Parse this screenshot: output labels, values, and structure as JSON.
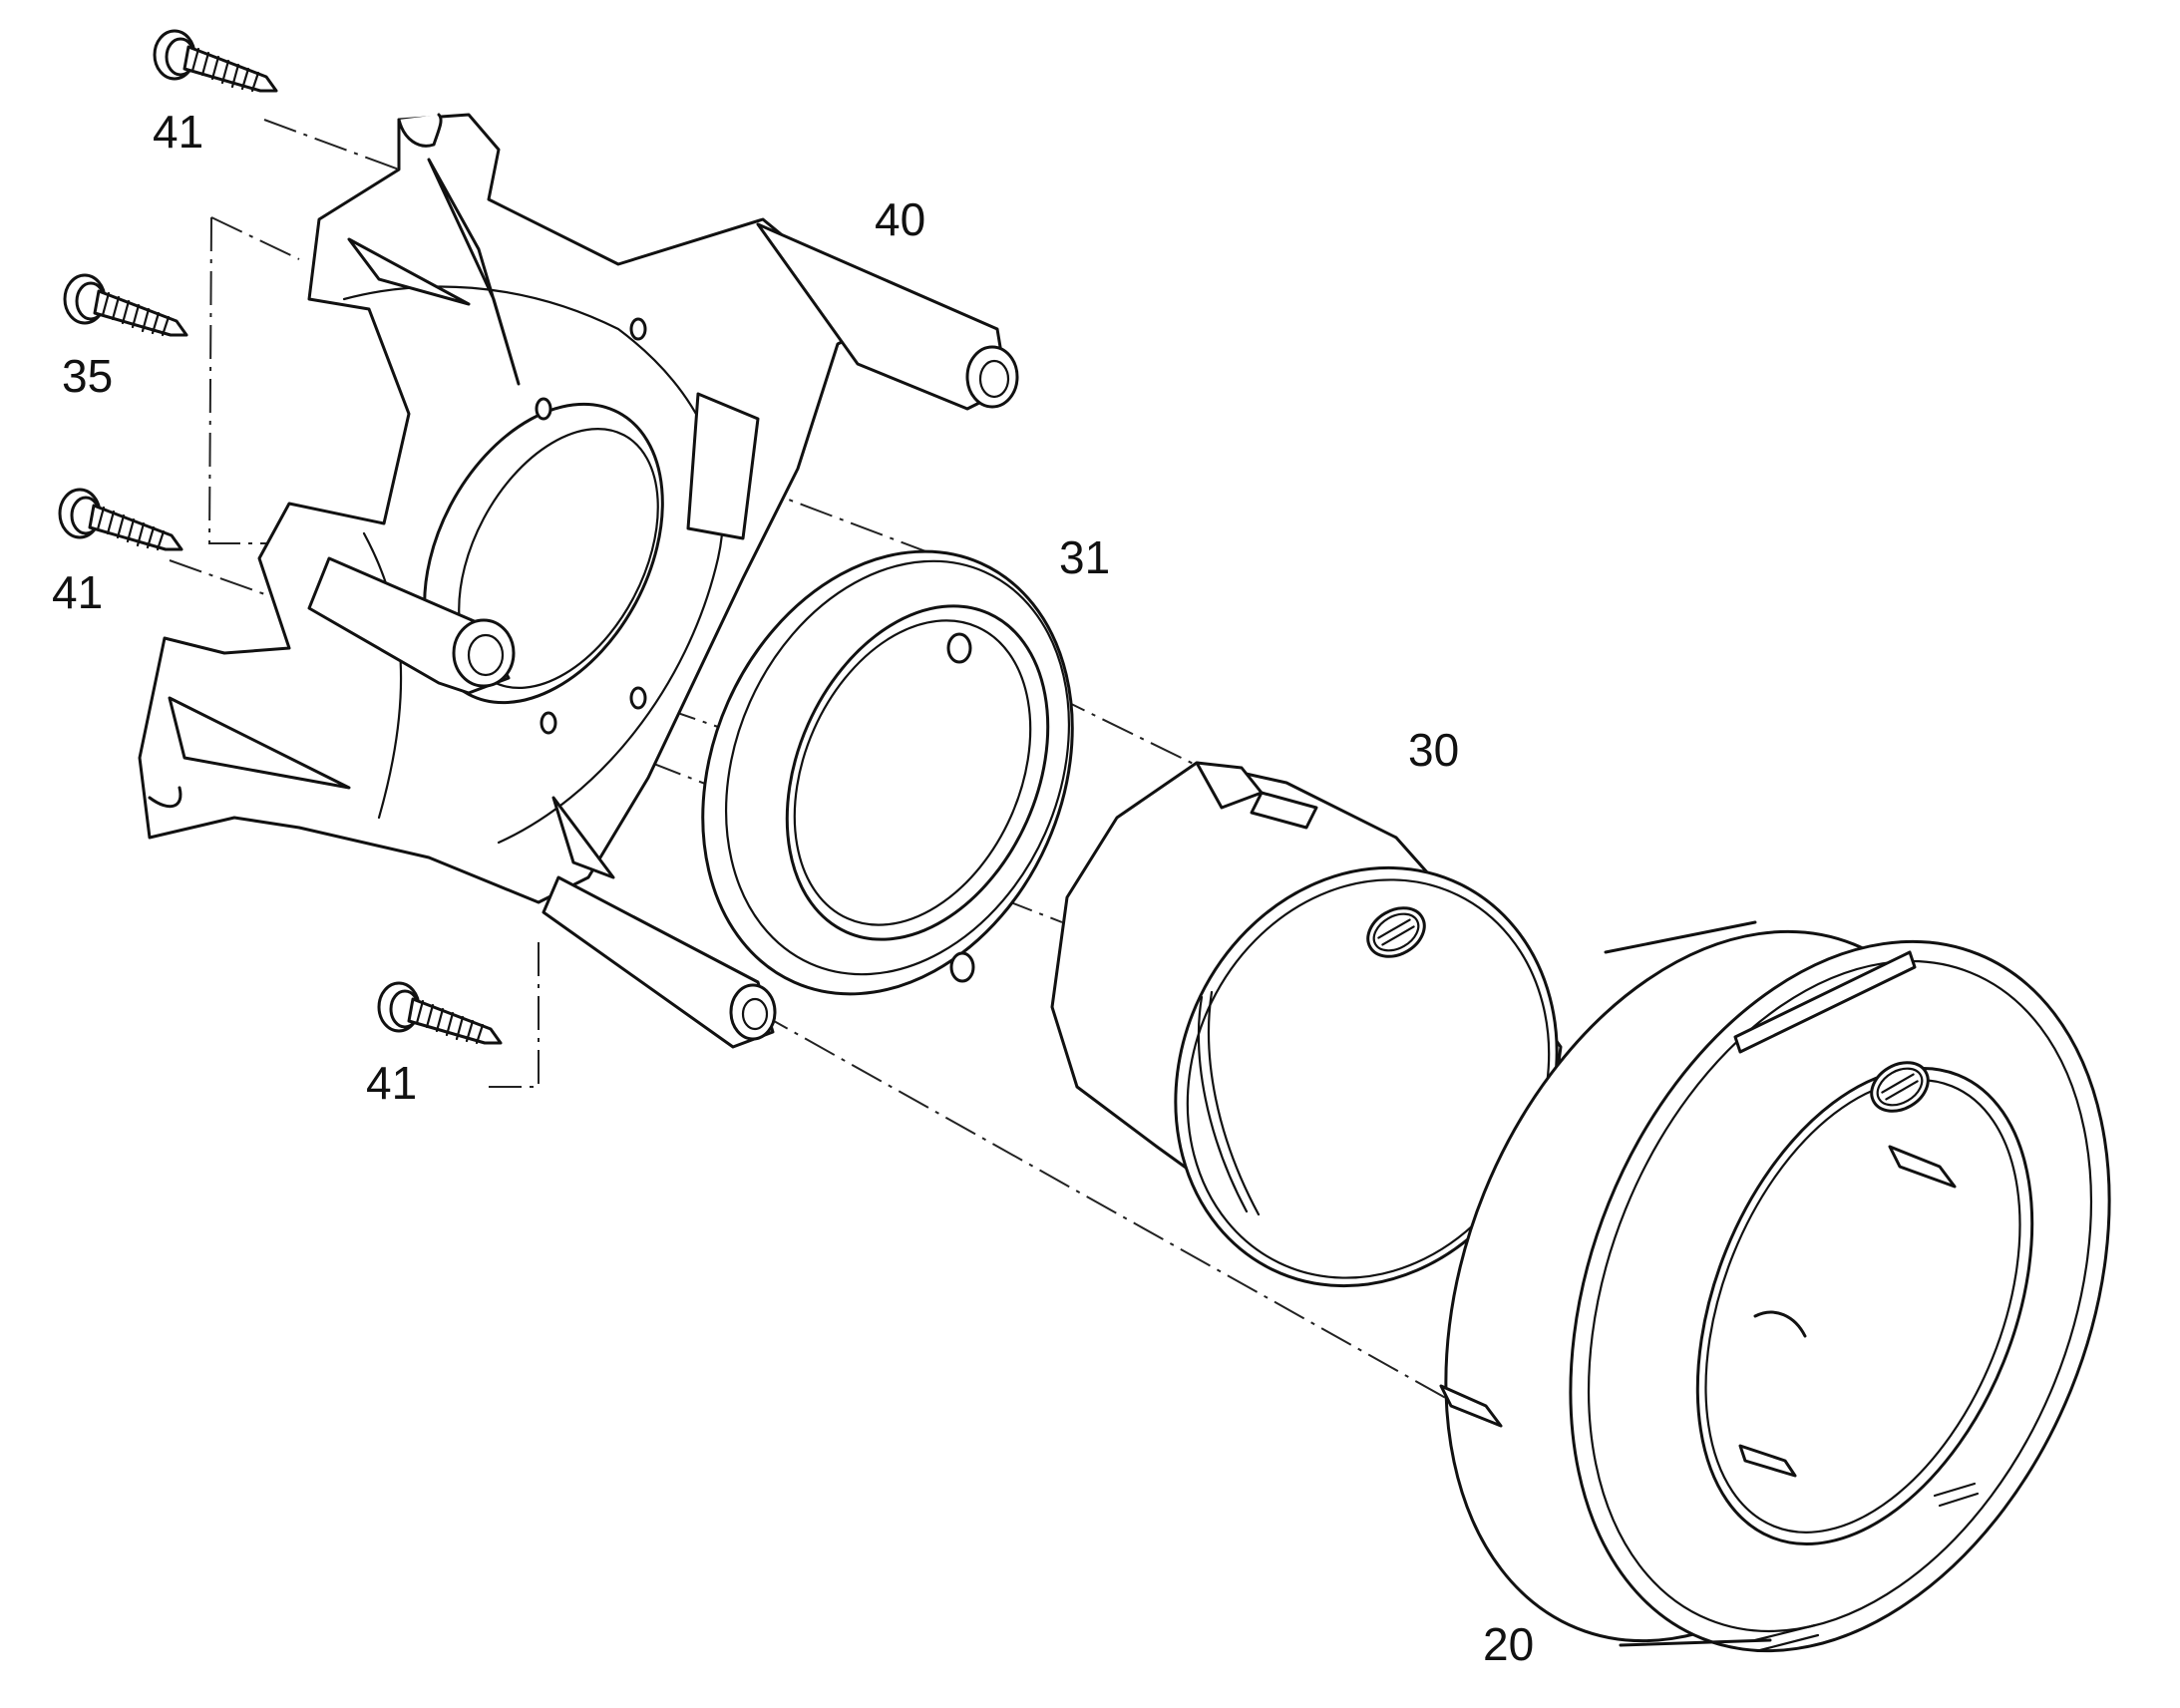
{
  "labels": {
    "screw_top_left": "41",
    "screw_mid_left": "35",
    "screw_lower_left": "41",
    "screw_bottom": "41",
    "housing": "40",
    "ring": "31",
    "module": "30",
    "bezel": "20"
  },
  "colors": {
    "line": "#111111",
    "background": "#ffffff"
  },
  "icons": {
    "screw": "screw-icon",
    "logo": "hella-logo-icon"
  }
}
